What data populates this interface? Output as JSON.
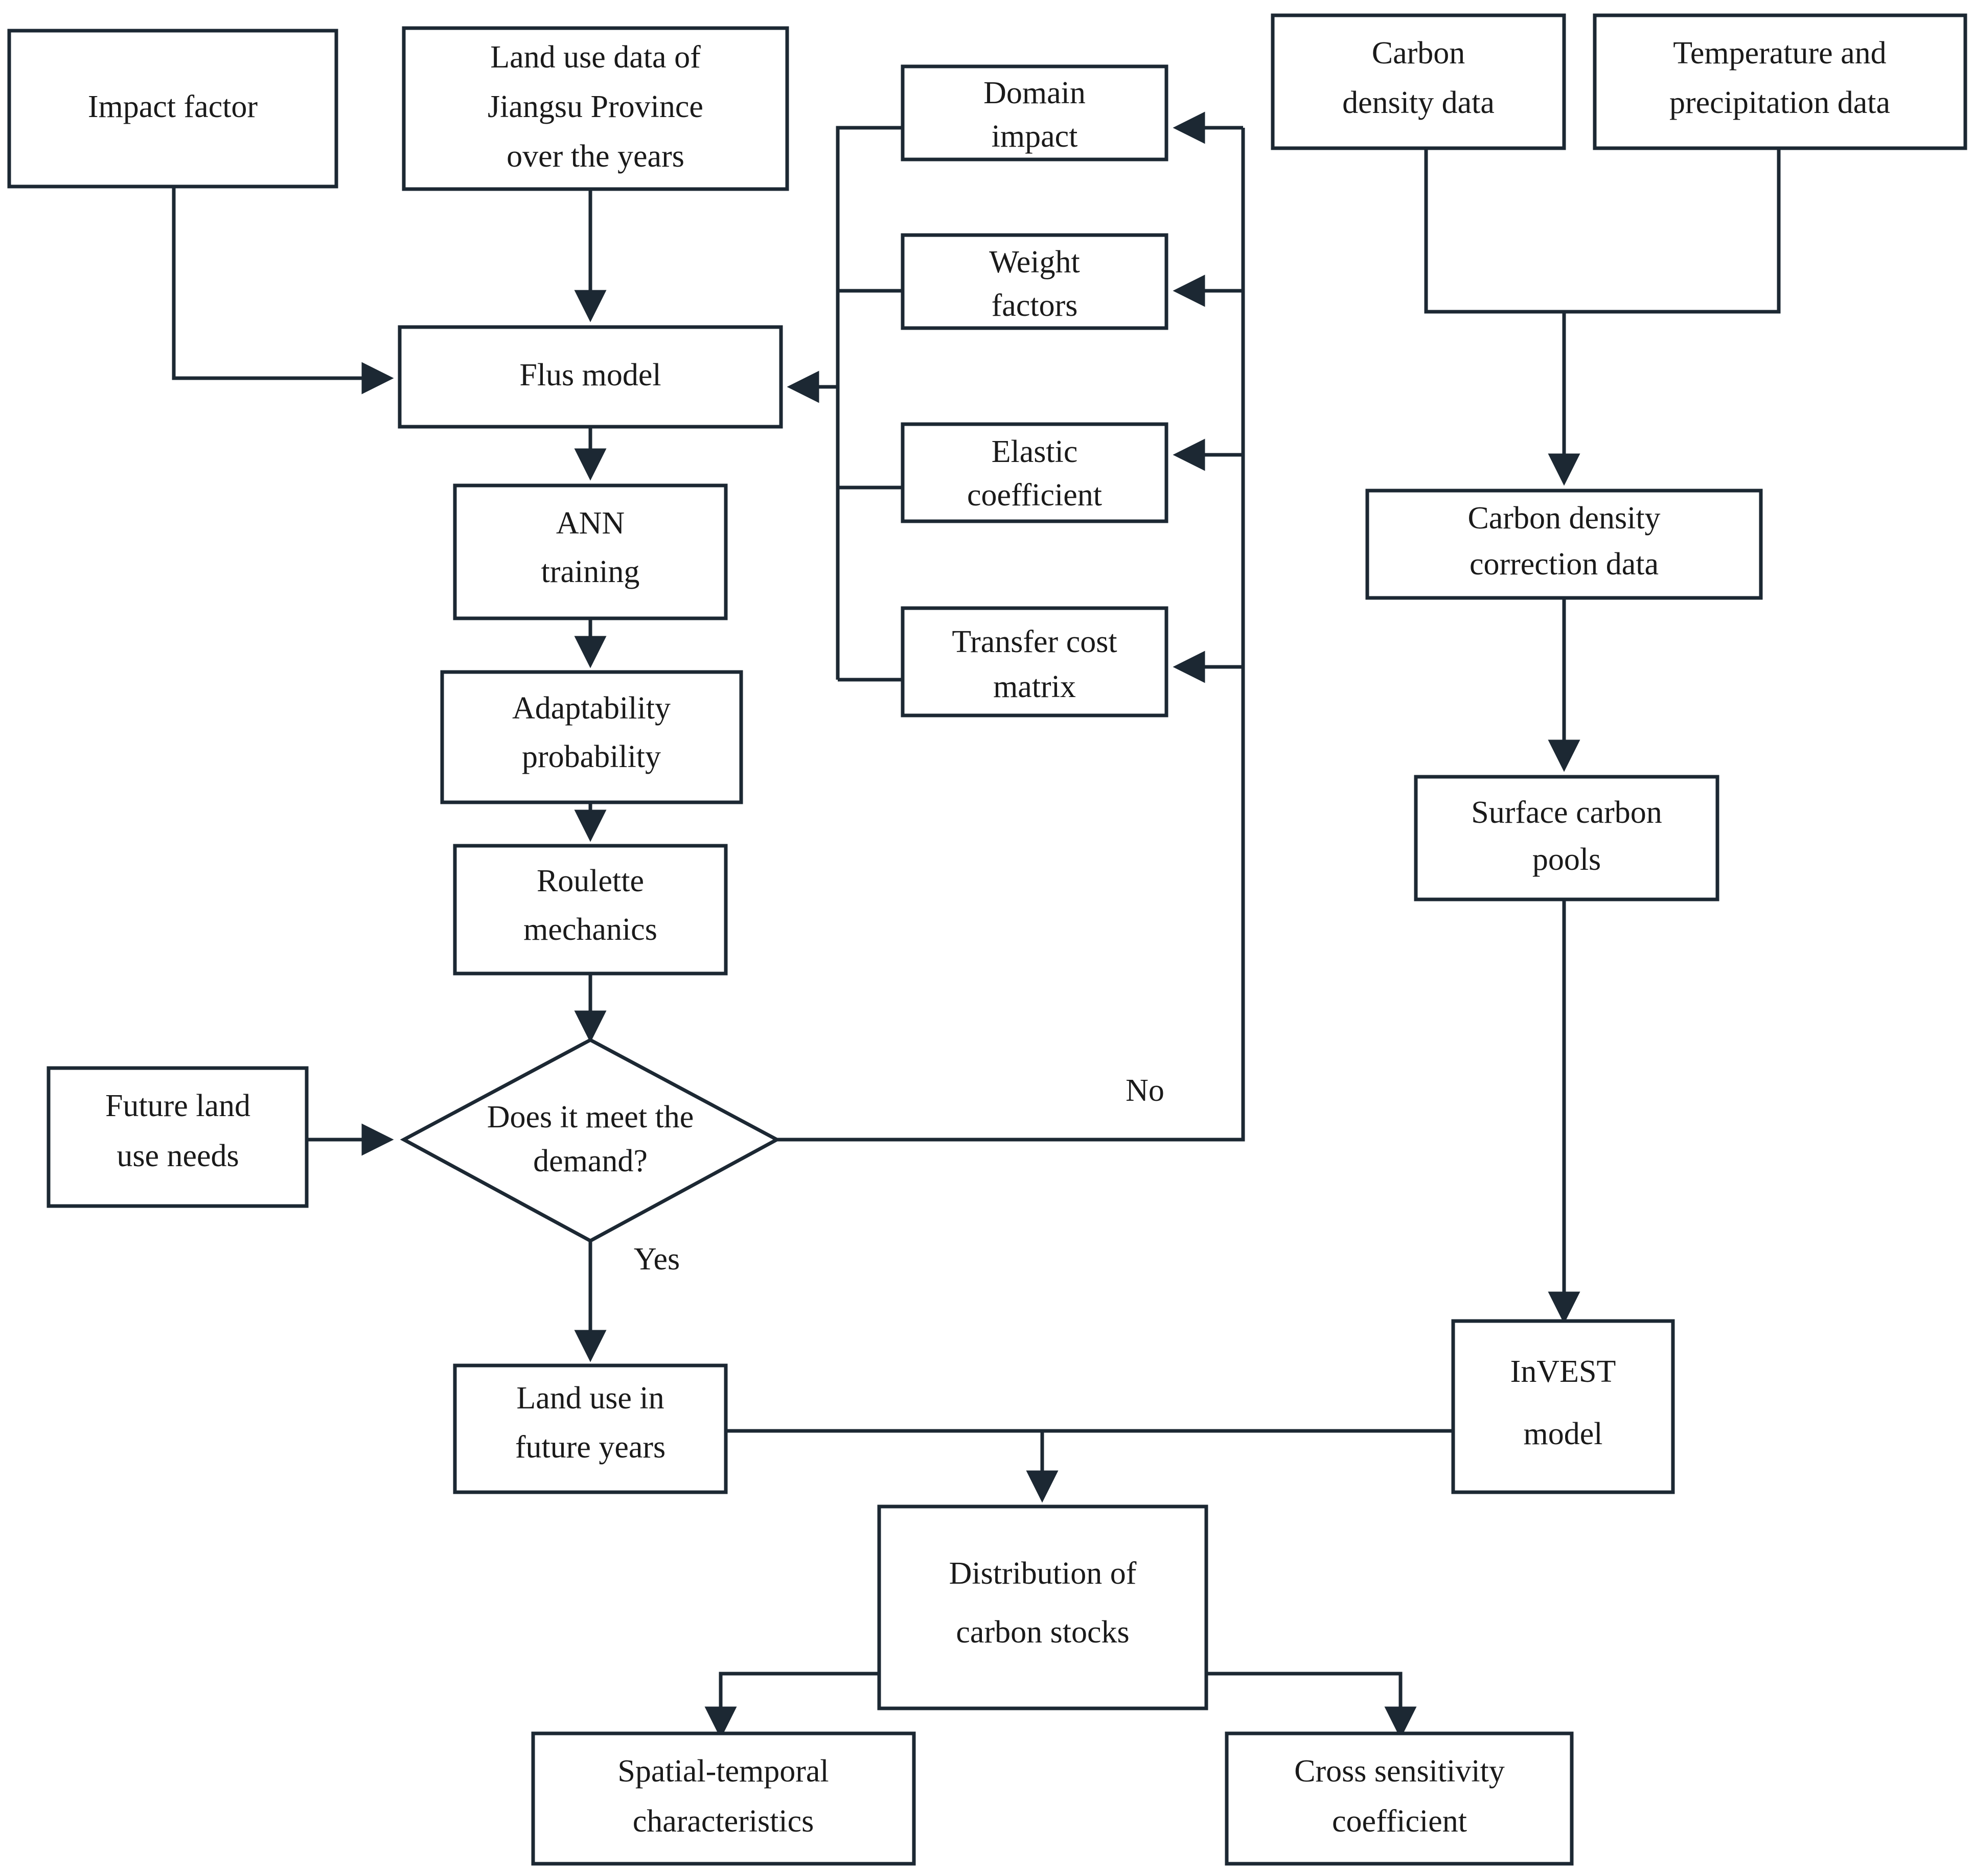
{
  "diagram": {
    "type": "flowchart",
    "title": "",
    "background_color": "#ffffff",
    "stroke_color": "#1c2833",
    "text_color": "#1a1a1a"
  },
  "nodes": {
    "impact_factor": {
      "label": "Impact factor",
      "shape": "rect"
    },
    "land_use_data": {
      "line1": "Land use data of",
      "line2": "Jiangsu Province",
      "line3": "over the years",
      "shape": "rect"
    },
    "flus_model": {
      "label": "Flus model",
      "shape": "rect"
    },
    "domain_impact": {
      "line1": "Domain",
      "line2": "impact",
      "shape": "rect"
    },
    "weight_factors": {
      "line1": "Weight",
      "line2": "factors",
      "shape": "rect"
    },
    "elastic_coefficient": {
      "line1": "Elastic",
      "line2": "coefficient",
      "shape": "rect"
    },
    "transfer_cost_matrix": {
      "line1": "Transfer cost",
      "line2": "matrix",
      "shape": "rect"
    },
    "carbon_density_data": {
      "line1": "Carbon",
      "line2": "density data",
      "shape": "rect"
    },
    "temperature_precipitation_data": {
      "line1": "Temperature and",
      "line2": "precipitation data",
      "shape": "rect"
    },
    "carbon_density_correction_data": {
      "line1": "Carbon density",
      "line2": "correction data",
      "shape": "rect"
    },
    "surface_carbon_pools": {
      "line1": "Surface carbon",
      "line2": "pools",
      "shape": "rect"
    },
    "ann_training": {
      "line1": "ANN",
      "line2": "training",
      "shape": "rect"
    },
    "adaptability_probability": {
      "line1": "Adaptability",
      "line2": "probability",
      "shape": "rect"
    },
    "roulette_mechanics": {
      "line1": "Roulette",
      "line2": "mechanics",
      "shape": "rect"
    },
    "decision_meet_demand": {
      "line1": "Does it meet the",
      "line2": "demand?",
      "shape": "diamond"
    },
    "future_land_use_needs": {
      "line1": "Future land",
      "line2": "use needs",
      "shape": "rect"
    },
    "land_use_future_years": {
      "line1": "Land use in",
      "line2": "future years",
      "shape": "rect"
    },
    "invest_model": {
      "line1": "InVEST",
      "line2": "model",
      "shape": "rect"
    },
    "distribution_carbon_stocks": {
      "line1": "Distribution of",
      "line2": "carbon stocks",
      "shape": "rect"
    },
    "spatial_temporal_characteristics": {
      "line1": "Spatial-temporal",
      "line2": "characteristics",
      "shape": "rect"
    },
    "cross_sensitivity_coefficient": {
      "line1": "Cross sensitivity",
      "line2": "coefficient",
      "shape": "rect"
    }
  },
  "edge_labels": {
    "no": "No",
    "yes": "Yes"
  }
}
